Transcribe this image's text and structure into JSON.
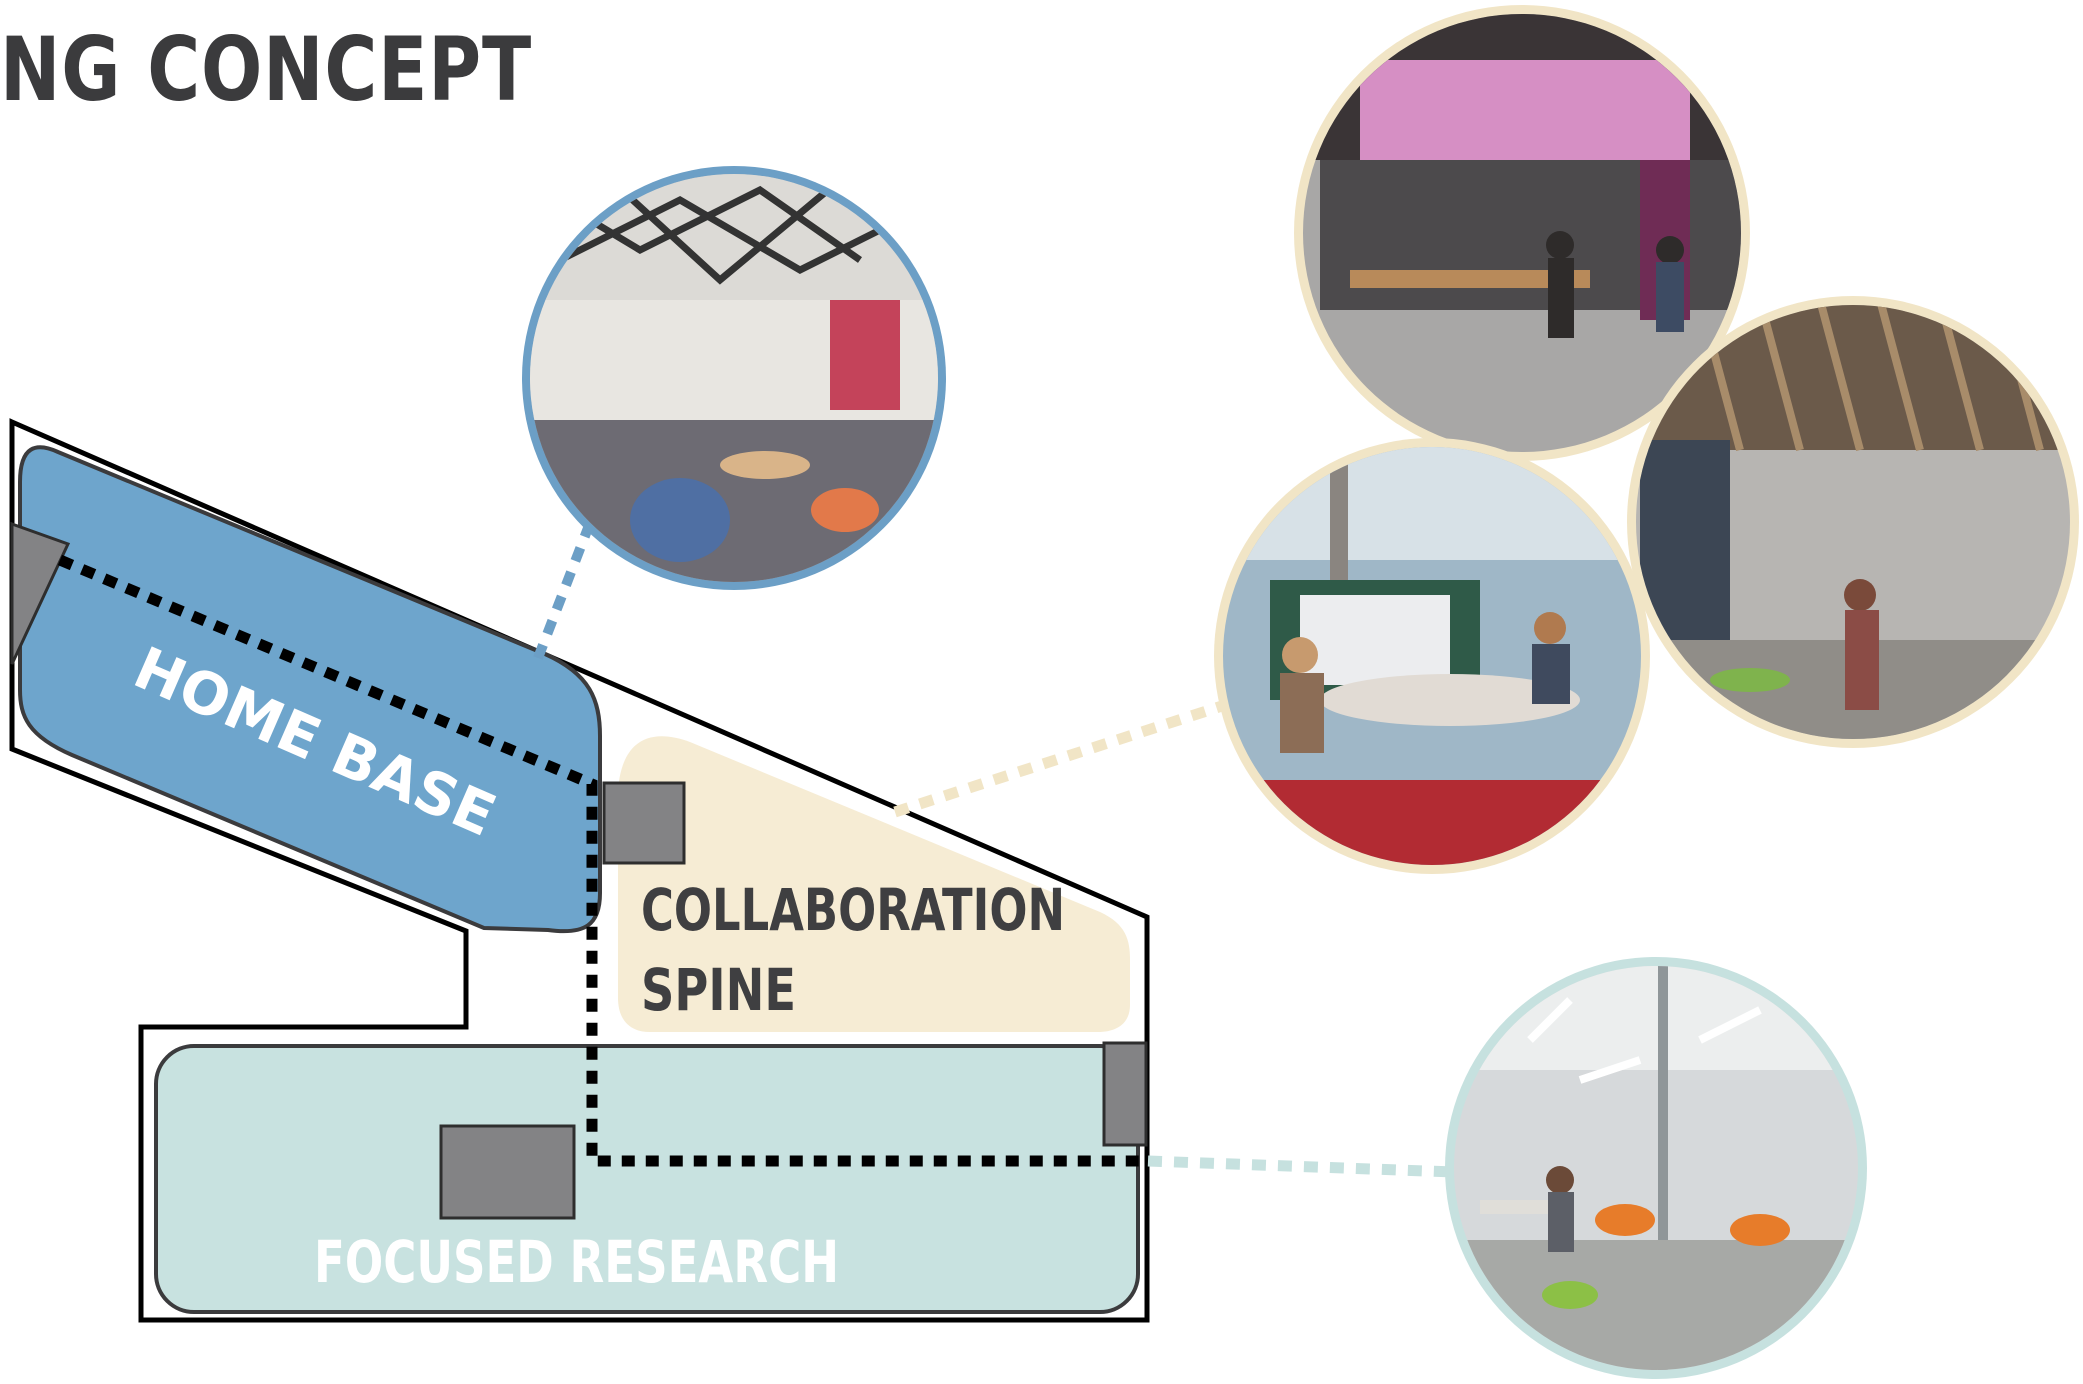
{
  "title": "NG CONCEPT",
  "zones": {
    "home_base": "HOME BASE",
    "collaboration_line1": "COLLABORATION",
    "collaboration_line2": "SPINE",
    "focused_research": "FOCUSED RESEARCH"
  },
  "photo_icons": {
    "home_base": "lounge-photo-icon",
    "collab_1": "studio-photo-icon",
    "collab_2": "meeting-photo-icon",
    "collab_3": "corridor-photo-icon",
    "research": "lab-photo-icon"
  },
  "colors": {
    "title": "#3b3b3d",
    "home_base_fill": "#6ea5cc",
    "home_base_ring": "#6c9fc6",
    "collaboration_fill": "#f6ecd4",
    "collaboration_ring": "#f1e5c6",
    "focused_research_fill": "#c8e2e0",
    "research_ring": "#c6e1df",
    "core_grey": "#838385",
    "zone_label_dark": "#3f3f41",
    "zone_label_light": "#ffffff"
  }
}
